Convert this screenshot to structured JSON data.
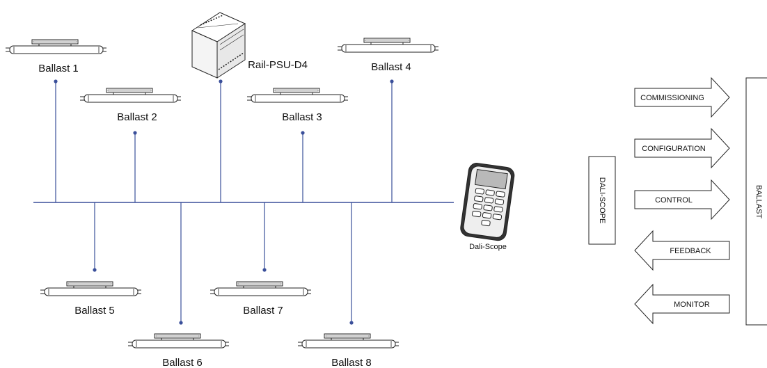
{
  "network": {
    "ballasts": [
      {
        "label": "Ballast 1"
      },
      {
        "label": "Ballast 2"
      },
      {
        "label": "Ballast 3"
      },
      {
        "label": "Ballast 4"
      },
      {
        "label": "Ballast 5"
      },
      {
        "label": "Ballast 6"
      },
      {
        "label": "Ballast 7"
      },
      {
        "label": "Ballast 8"
      }
    ],
    "psu_label": "Rail-PSU-D4",
    "scope_label": "Dali-Scope",
    "bus_color": "#3a4f9a"
  },
  "flow": {
    "left_box": "DALI-SCOPE",
    "right_box": "BALLAST",
    "arrows": [
      {
        "label": "COMMISSIONING",
        "direction": "right"
      },
      {
        "label": "CONFIGURATION",
        "direction": "right"
      },
      {
        "label": "CONTROL",
        "direction": "right"
      },
      {
        "label": "FEEDBACK",
        "direction": "left"
      },
      {
        "label": "MONITOR",
        "direction": "left"
      }
    ]
  }
}
